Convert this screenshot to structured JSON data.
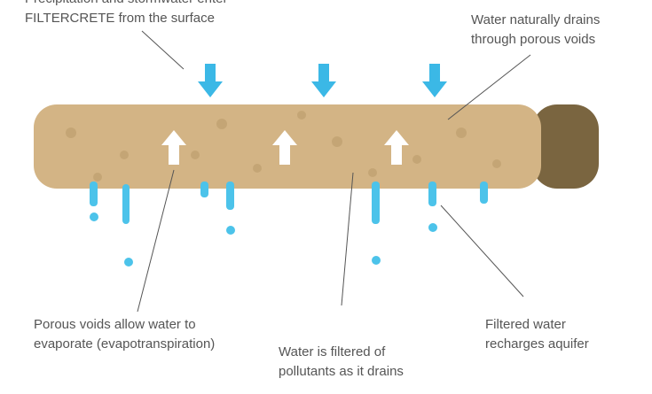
{
  "labels": {
    "top_left_line1": "Precipitation and stormwater enter",
    "top_left_line2": "FILTERCRETE from the surface",
    "top_right_line1": "Water naturally drains",
    "top_right_line2": "through porous voids",
    "bottom_left_line1": "Porous voids allow water to",
    "bottom_left_line2": "evaporate (evapotranspiration)",
    "bottom_mid_line1": "Water is filtered of",
    "bottom_mid_line2": "pollutants as it drains",
    "bottom_right_line1": "Filtered water",
    "bottom_right_line2": "recharges aquifer"
  },
  "colors": {
    "concrete": "#d3b485",
    "concrete_dark": "#7a6540",
    "water": "#4cc3ea",
    "text": "#555555"
  }
}
